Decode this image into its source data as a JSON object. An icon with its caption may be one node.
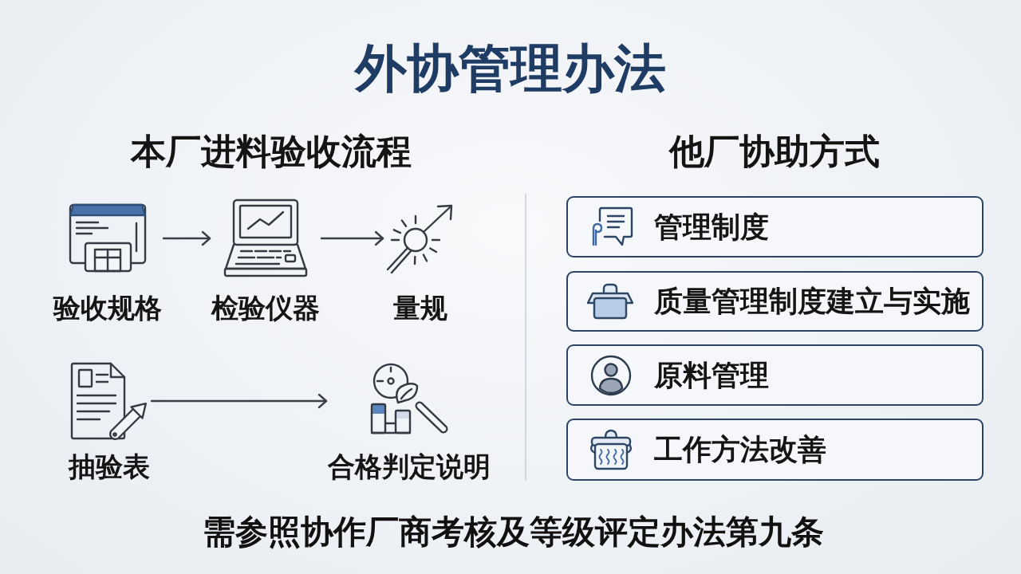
{
  "diagram": {
    "title": "外协管理办法",
    "caption": "需参照协作厂商考核及等级评定办法第九条",
    "nodes": [
      {
        "text": [
          "验收规格"
        ]
      },
      {
        "text": [
          "检验仪器"
        ]
      },
      {
        "text": [
          "量规"
        ]
      },
      {
        "text": [
          "抽验表"
        ]
      },
      {
        "text": [
          "合格判定说明"
        ]
      },
      {
        "text": [
          "管理制度"
        ]
      },
      {
        "text": [
          "质量管理制度建立与实施"
        ]
      },
      {
        "text": [
          "原料管理"
        ]
      },
      {
        "text": [
          "工作方法改善"
        ]
      }
    ],
    "edges": [
      {
        "from": 0,
        "to": 1,
        "arrow": "to"
      },
      {
        "from": 1,
        "to": 2,
        "arrow": "to"
      },
      {
        "from": 3,
        "to": 4,
        "arrow": "to"
      }
    ],
    "labels": [
      "本厂进料验收流程",
      "他厂协助方式"
    ]
  }
}
